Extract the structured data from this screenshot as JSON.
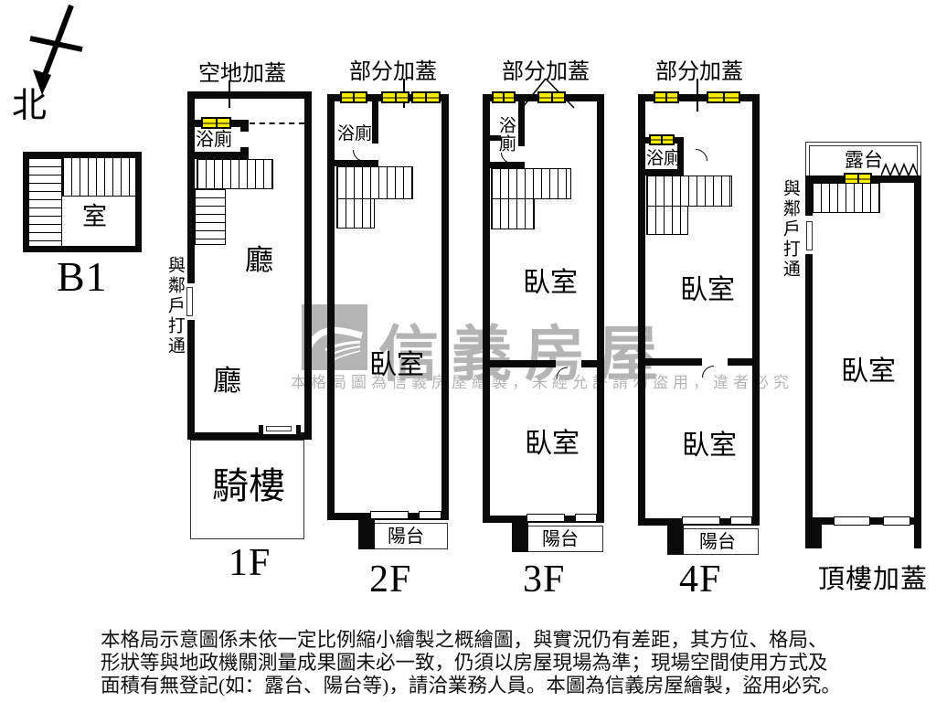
{
  "compass": {
    "label": "北"
  },
  "watermark": {
    "brand": "信義房屋",
    "notice": "本格局圖為信義房屋繪製，未經允許請勿盜用，違者必究"
  },
  "disclaimer": {
    "line1": "本格局示意圖係未依一定比例縮小繪製之概繪圖，與實況仍有差距，其方位、格局、",
    "line2": "形狀等與地政機關測量成果圖未必一致，仍須以房屋現場為準；現場空間使用方式及",
    "line3": "面積有無登記(如：露台、陽台等)，請洽業務人員。本圖為信義房屋繪製，盜用必究。"
  },
  "floors": {
    "b1": {
      "label": "B1",
      "room": "室"
    },
    "f1": {
      "label": "1F",
      "annotation": "空地加蓋",
      "bath": "浴廁",
      "hall1": "廳",
      "hall2": "廳",
      "arcade": "騎樓",
      "side_note": "與鄰戶打通"
    },
    "f2": {
      "label": "2F",
      "annotation": "部分加蓋",
      "bath": "浴廁",
      "bedroom": "臥室",
      "balcony": "陽台"
    },
    "f3": {
      "label": "3F",
      "annotation": "部分加蓋",
      "bath": "浴廁",
      "bedroom1": "臥室",
      "bedroom2": "臥室",
      "balcony": "陽台"
    },
    "f4": {
      "label": "4F",
      "annotation": "部分加蓋",
      "bath": "浴廁",
      "bedroom1": "臥室",
      "bedroom2": "臥室",
      "balcony": "陽台"
    },
    "roof": {
      "label": "頂樓加蓋",
      "terrace": "露台",
      "bedroom": "臥室",
      "side_note": "與鄰戶打通"
    }
  },
  "colors": {
    "wall": "#000000",
    "window": "#ffee00",
    "watermark_gray": "#b4b4b4"
  }
}
